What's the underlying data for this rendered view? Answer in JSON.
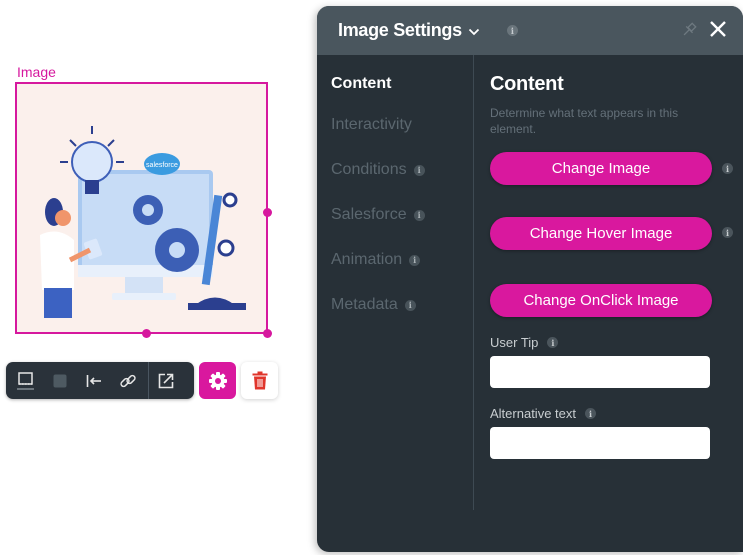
{
  "canvas": {
    "element_label": "Image",
    "selection_color": "#d6189e",
    "image_alt": "Illustration of a woman with a tablet beside a monitor with gears, a lightbulb, a salesforce cloud and a robotic arm",
    "cloud_text": "salesforce"
  },
  "toolbar": {
    "buttons": [
      {
        "name": "border-style",
        "icon": "border-icon"
      },
      {
        "name": "fill-color",
        "icon": "fill-square-icon"
      },
      {
        "name": "align-left",
        "icon": "align-left-arrow-icon"
      },
      {
        "name": "link",
        "icon": "link-icon"
      },
      {
        "name": "open-external",
        "icon": "external-link-icon"
      }
    ],
    "settings": {
      "icon": "gear-icon",
      "color": "#d9189e"
    },
    "delete": {
      "icon": "trash-icon",
      "color": "#e0352b"
    }
  },
  "panel": {
    "title": "Image Settings",
    "header_color": "#4a565e",
    "background": "#273037",
    "sidebar": {
      "items": [
        {
          "label": "Content",
          "active": true,
          "info": false
        },
        {
          "label": "Interactivity",
          "active": false,
          "info": false
        },
        {
          "label": "Conditions",
          "active": false,
          "info": true
        },
        {
          "label": "Salesforce",
          "active": false,
          "info": true
        },
        {
          "label": "Animation",
          "active": false,
          "info": true
        },
        {
          "label": "Metadata",
          "active": false,
          "info": true
        }
      ]
    },
    "content": {
      "title": "Content",
      "description": "Determine what text appears in this element.",
      "buttons": {
        "change_image": "Change Image",
        "change_hover_image": "Change Hover Image",
        "change_onclick_image": "Change OnClick Image"
      },
      "user_tip": {
        "label": "User Tip",
        "value": "",
        "placeholder": ""
      },
      "alt_text": {
        "label": "Alternative text",
        "value": "",
        "placeholder": ""
      }
    },
    "info_glyph": "i",
    "accent": "#d9189e"
  }
}
